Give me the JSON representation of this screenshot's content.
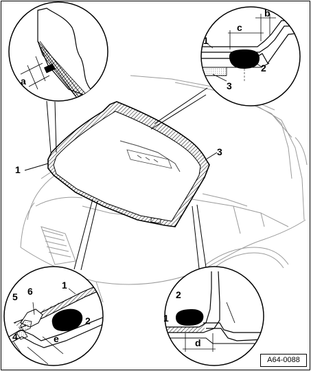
{
  "labels": {
    "main_left": "1",
    "main_right": "3",
    "tl_a": "a",
    "tr_b": "b",
    "tr_c": "c",
    "tr_1": "1",
    "tr_2": "2",
    "tr_3": "3",
    "bl_1": "1",
    "bl_2": "2",
    "bl_4": "4",
    "bl_5": "5",
    "bl_6": "6",
    "bl_e": "e",
    "br_1": "1",
    "br_2": "2",
    "br_d": "d"
  },
  "reference": "A64-0088"
}
